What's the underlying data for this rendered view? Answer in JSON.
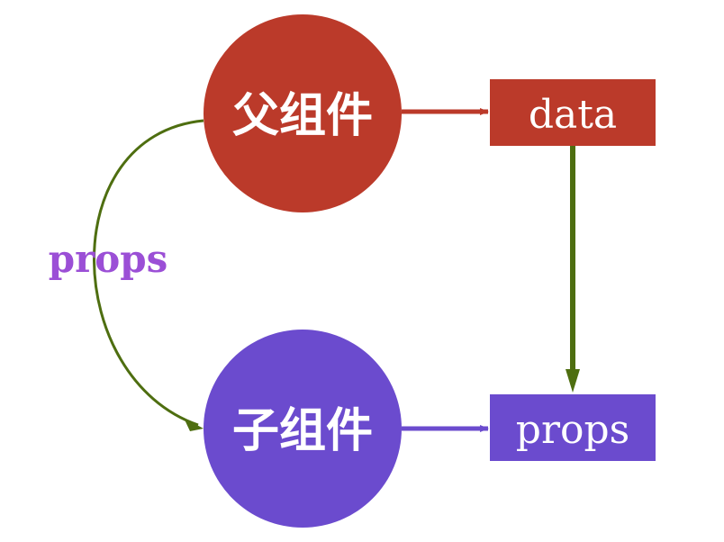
{
  "nodes": {
    "parent": {
      "label": "父组件"
    },
    "child": {
      "label": "子组件"
    },
    "data_box": {
      "label": "data"
    },
    "props_box": {
      "label": "props"
    }
  },
  "edges": {
    "parent_to_child": {
      "label": "props"
    }
  },
  "colors": {
    "parent": "#bb3a2a",
    "child": "#6b4bce",
    "green_arrow": "#4e6e10",
    "edge_label": "#9b4fd6"
  }
}
